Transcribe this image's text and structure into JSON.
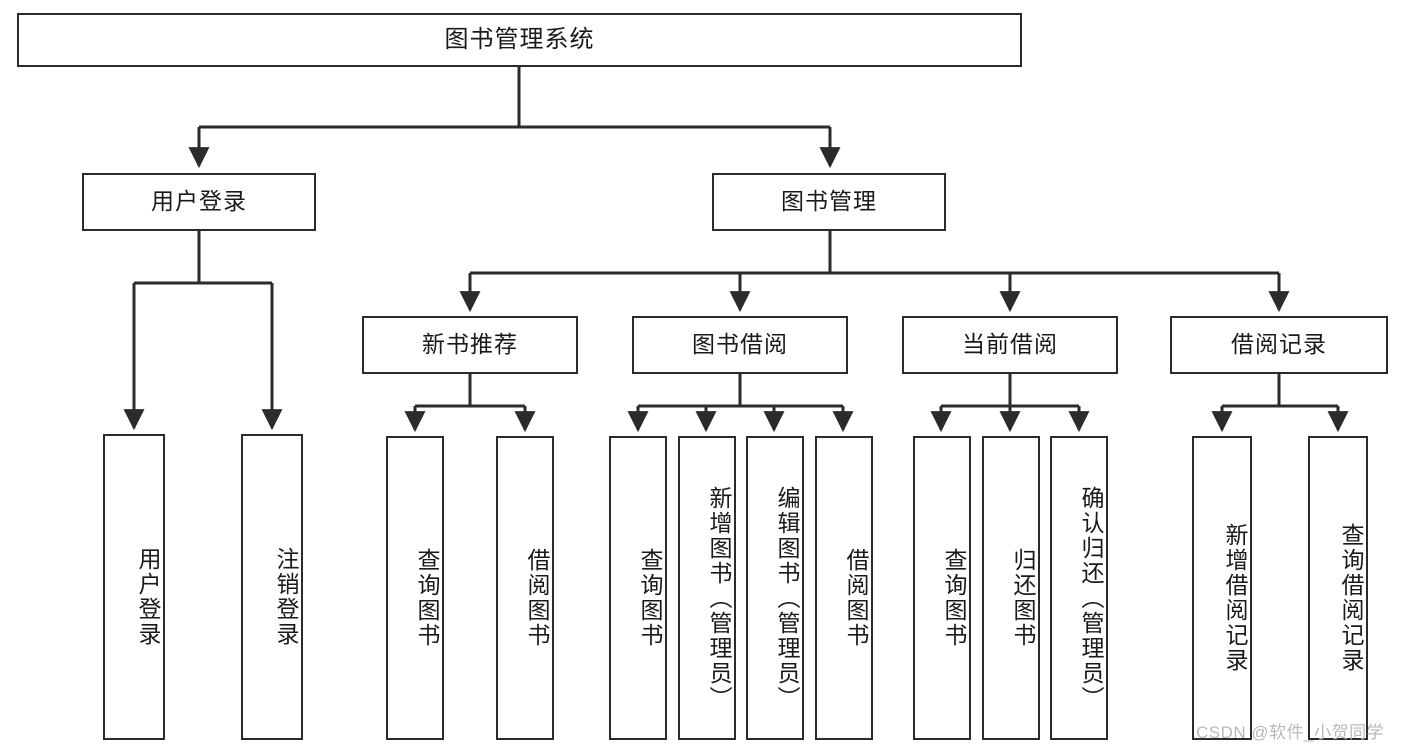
{
  "diagram": {
    "title_node": {
      "label": "图书管理系统"
    },
    "level2": [
      {
        "id": "user-login",
        "label": "用户登录"
      },
      {
        "id": "book-management",
        "label": "图书管理"
      }
    ],
    "level3": [
      {
        "id": "new-book-recommend",
        "label": "新书推荐"
      },
      {
        "id": "book-borrow",
        "label": "图书借阅"
      },
      {
        "id": "current-borrow",
        "label": "当前借阅"
      },
      {
        "id": "borrow-record",
        "label": "借阅记录"
      }
    ],
    "leaves": [
      {
        "id": "leaf-user-login",
        "label": "用户登录"
      },
      {
        "id": "leaf-logout-login",
        "label": "注销登录"
      },
      {
        "id": "leaf-query-book-1",
        "label": "查询图书"
      },
      {
        "id": "leaf-borrow-book-1",
        "label": "借阅图书"
      },
      {
        "id": "leaf-query-book-2",
        "label": "查询图书"
      },
      {
        "id": "leaf-add-book",
        "label": "新增图书（管理员）"
      },
      {
        "id": "leaf-edit-book",
        "label": "编辑图书（管理员）"
      },
      {
        "id": "leaf-borrow-book-2",
        "label": "借阅图书"
      },
      {
        "id": "leaf-query-book-3",
        "label": "查询图书"
      },
      {
        "id": "leaf-return-book",
        "label": "归还图书"
      },
      {
        "id": "leaf-confirm-return",
        "label": "确认归还（管理员）"
      },
      {
        "id": "leaf-add-record",
        "label": "新增借阅记录"
      },
      {
        "id": "leaf-query-record",
        "label": "查询借阅记录"
      }
    ]
  },
  "watermark": {
    "text": "CSDN @软件_小贺同学"
  },
  "colors": {
    "border": "#2b2b2b",
    "background": "#ffffff",
    "text": "#1a1a1a",
    "watermark": "#b9b9b9"
  }
}
